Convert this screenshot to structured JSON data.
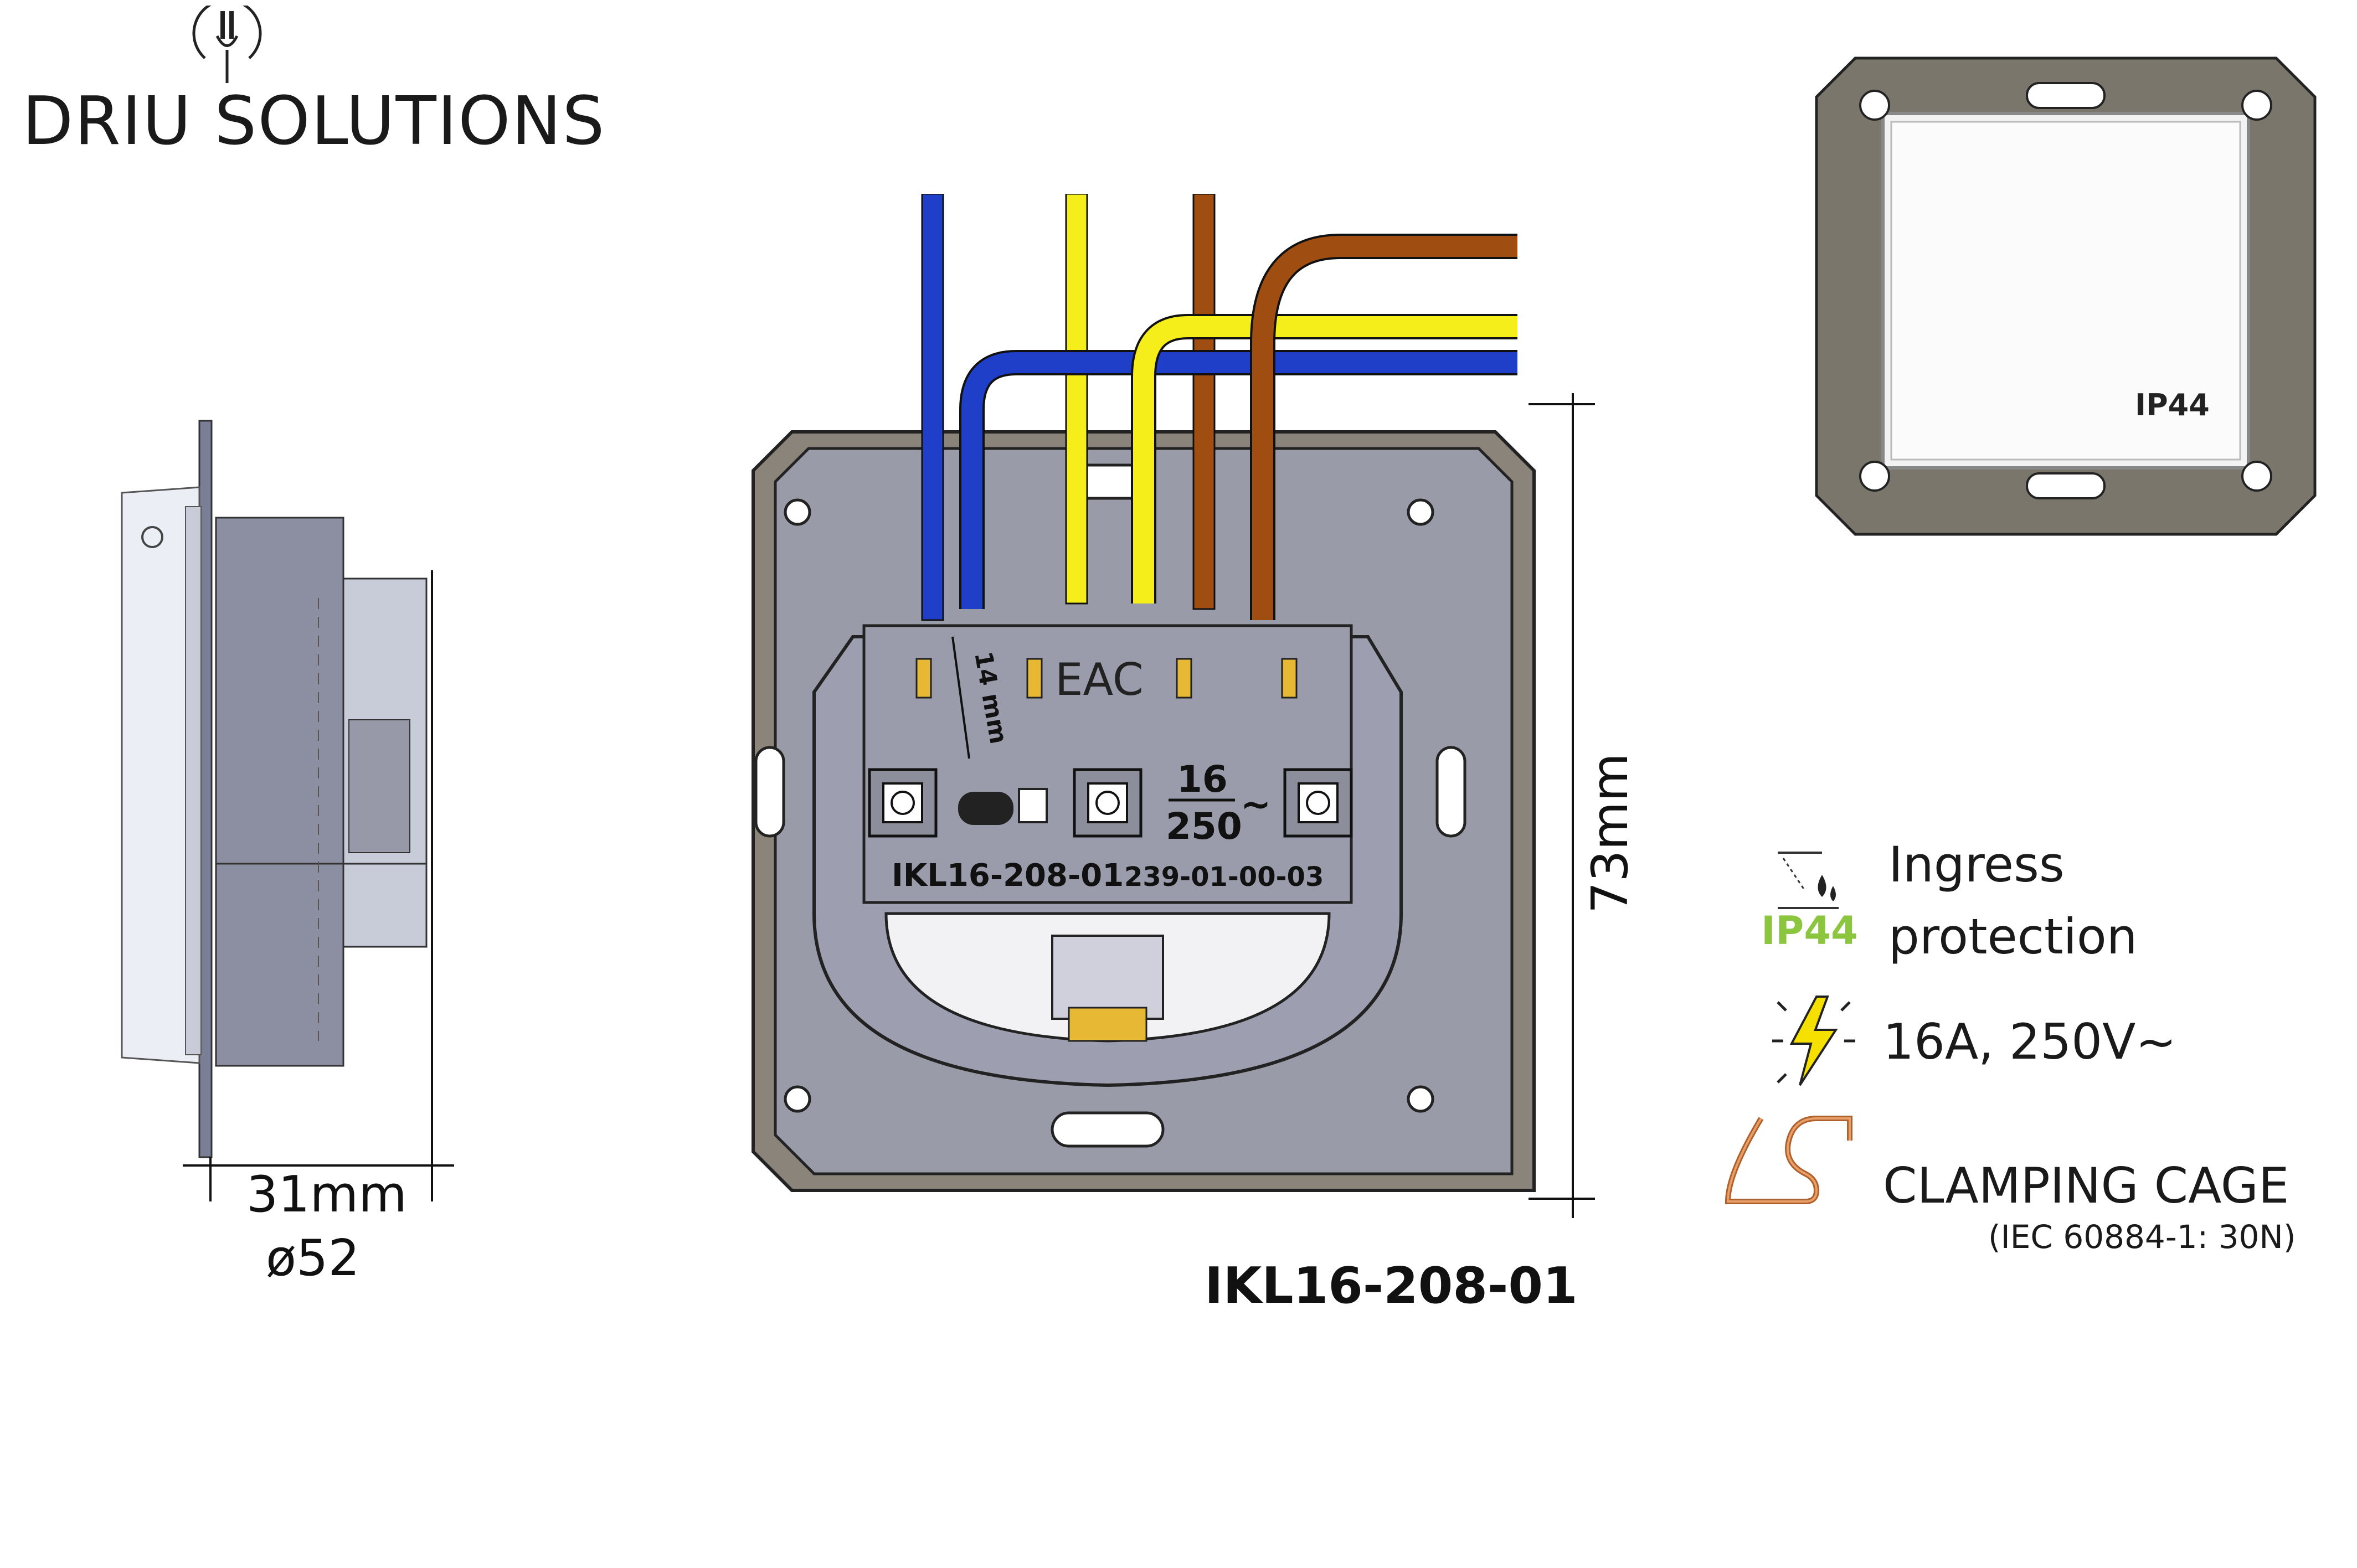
{
  "brand": {
    "name": "DRIU SOLUTIONS",
    "logo_icon": "plug-bulb-icon"
  },
  "dimensions": {
    "depth": "31mm",
    "diameter": "ø52",
    "height": "73mm"
  },
  "product": {
    "model": "IKL16-208-01",
    "label_model": "IKL16-208-01",
    "label_code": "239-01-00-03",
    "strip_length": "14 mm",
    "rating_current": "16",
    "rating_voltage": "250",
    "rating_symbol": "~",
    "cert_mark": "EAC",
    "cover_label": "IP44"
  },
  "features": {
    "ingress_title": "Ingress",
    "ingress_subtitle": "protection",
    "ingress_badge": "IP44",
    "electrical": "16A, 250V~",
    "clamp_title": "CLAMPING CAGE",
    "clamp_note": "(IEC 60884-1: 30N)"
  },
  "colors": {
    "wire_blue": "#1f3fc8",
    "wire_yellow": "#f5ee1a",
    "wire_brown": "#a04d12",
    "frame": "#8a847a",
    "body": "#9a9ba8",
    "ip_green": "#8cc63f"
  }
}
